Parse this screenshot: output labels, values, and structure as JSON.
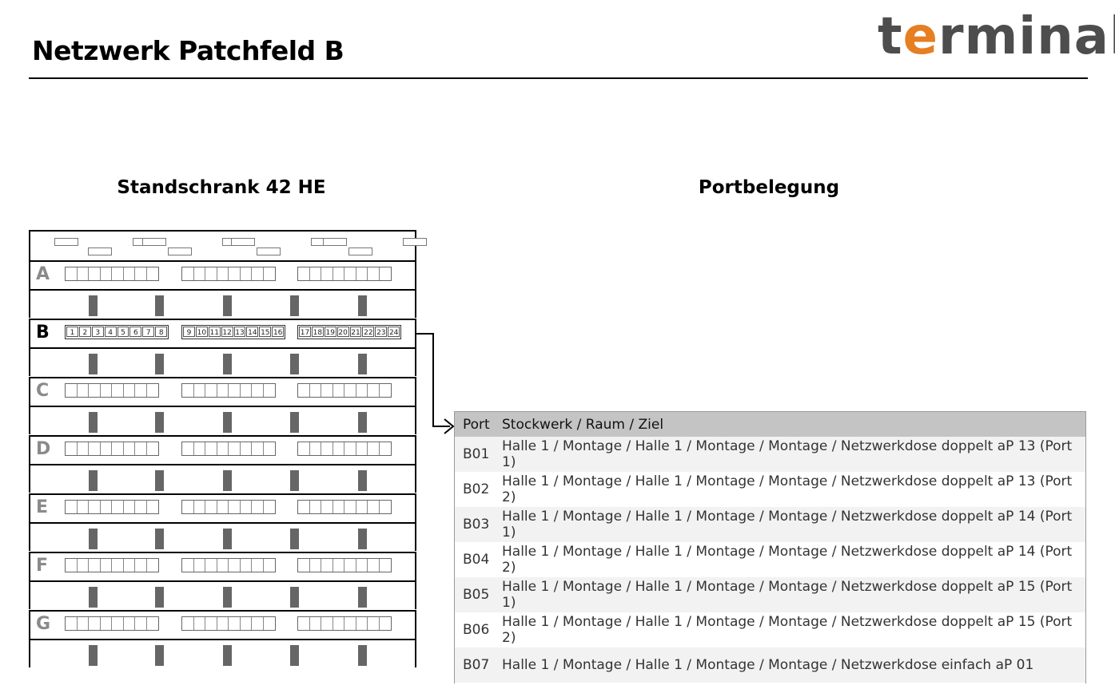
{
  "header": {
    "title": "Netzwerk Patchfeld B",
    "logo": {
      "part1": "t",
      "accent": "e",
      "part2": "rminal",
      "registered": "®",
      "accent_color": "#e67e22",
      "text_color": "#4d4d4d"
    }
  },
  "cabinet": {
    "title": "Standschrank 42 HE",
    "panels": [
      {
        "label": "A",
        "active": false
      },
      {
        "label": "B",
        "active": true
      },
      {
        "label": "C",
        "active": false
      },
      {
        "label": "D",
        "active": false
      },
      {
        "label": "E",
        "active": false
      },
      {
        "label": "F",
        "active": false
      },
      {
        "label": "G",
        "active": false
      }
    ],
    "panel_b_ports": [
      [
        "1",
        "2",
        "3",
        "4",
        "5",
        "6",
        "7",
        "8"
      ],
      [
        "9",
        "10",
        "11",
        "12",
        "13",
        "14",
        "15",
        "16"
      ],
      [
        "17",
        "18",
        "19",
        "20",
        "21",
        "22",
        "23",
        "24"
      ]
    ]
  },
  "portbelegung": {
    "title": "Portbelegung",
    "columns": {
      "port": "Port",
      "dest": "Stockwerk / Raum / Ziel"
    },
    "rows": [
      {
        "port": "B01",
        "dest": "Halle 1 / Montage / Halle 1 / Montage / Montage / Netzwerkdose doppelt aP 13 (Port 1)"
      },
      {
        "port": "B02",
        "dest": "Halle 1 / Montage / Halle 1 / Montage / Montage / Netzwerkdose doppelt aP 13 (Port 2)"
      },
      {
        "port": "B03",
        "dest": "Halle 1 / Montage / Halle 1 / Montage / Montage / Netzwerkdose doppelt aP 14 (Port 1)"
      },
      {
        "port": "B04",
        "dest": "Halle 1 / Montage / Halle 1 / Montage / Montage / Netzwerkdose doppelt aP 14 (Port 2)"
      },
      {
        "port": "B05",
        "dest": "Halle 1 / Montage / Halle 1 / Montage / Montage / Netzwerkdose doppelt aP 15 (Port 1)"
      },
      {
        "port": "B06",
        "dest": "Halle 1 / Montage / Halle 1 / Montage / Montage / Netzwerkdose doppelt aP 15 (Port 2)"
      },
      {
        "port": "B07",
        "dest": "Halle 1 / Montage / Halle 1 / Montage / Montage / Netzwerkdose einfach aP 01"
      }
    ]
  }
}
